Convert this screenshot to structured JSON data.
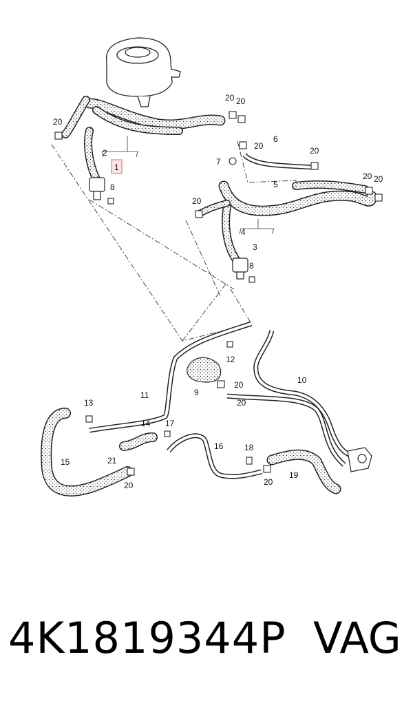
{
  "diagram": {
    "highlight_color": "#e88a8a",
    "callouts": {
      "c1": "1",
      "c2": "2",
      "c3": "3",
      "c4": "4",
      "c5": "5",
      "c6": "6",
      "c7": "7",
      "c8a": "8",
      "c8b": "8",
      "c9": "9",
      "c10": "10",
      "c11": "11",
      "c12": "12",
      "c13": "13",
      "c14": "14",
      "c15": "15",
      "c16": "16",
      "c17": "17",
      "c18": "18",
      "c19": "19",
      "c21": "21",
      "c20a": "20",
      "c20b": "20",
      "c20c": "20",
      "c20d": "20",
      "c20e": "20",
      "c20f": "20",
      "c20g": "20",
      "c20h": "20",
      "c20i": "20",
      "c20j": "20",
      "c20k": "20",
      "c20l": "20"
    }
  },
  "footer": {
    "part_number": "4K1819344P",
    "brand": "VAG"
  }
}
